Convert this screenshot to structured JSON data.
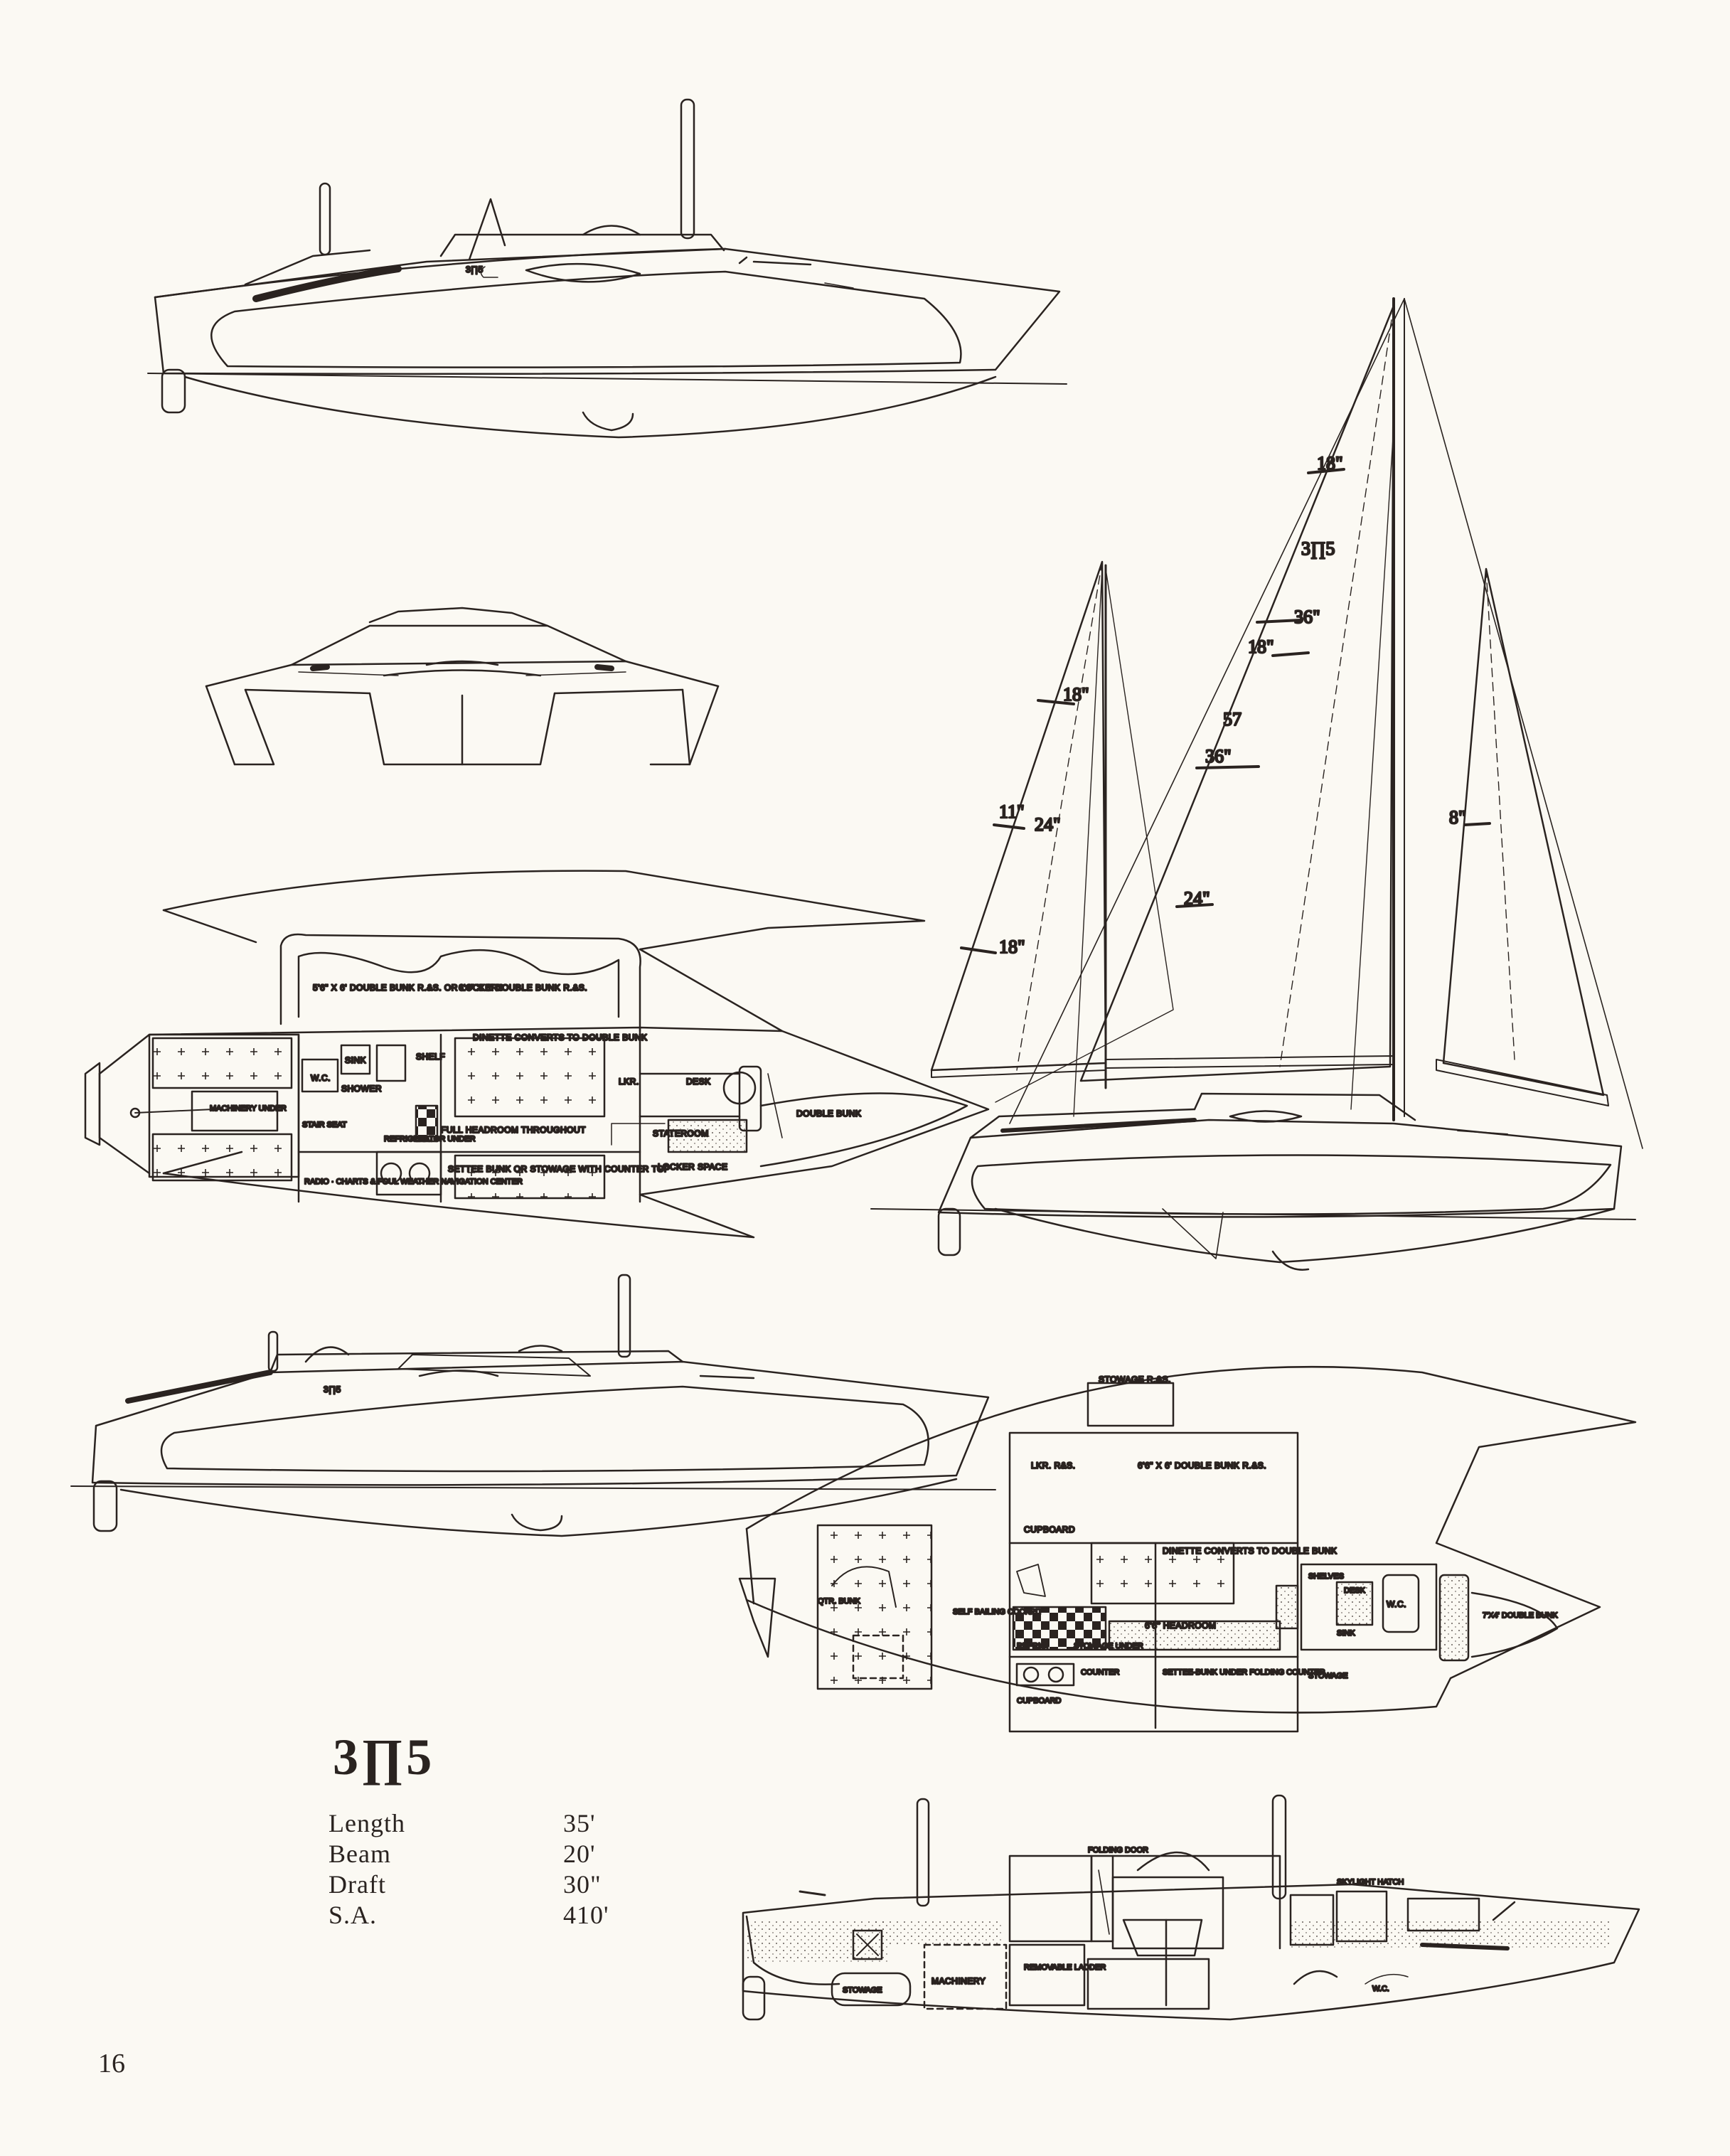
{
  "logo": {
    "text": "3∏5"
  },
  "specs": [
    {
      "label": "Length",
      "value": "35'"
    },
    {
      "label": "Beam",
      "value": "20'"
    },
    {
      "label": "Draft",
      "value": "30\""
    },
    {
      "label": "S.A.",
      "value": "410'"
    }
  ],
  "page_number": "16",
  "sail_labels": {
    "main_top": "18\"",
    "main_a": "36\"",
    "main_b": "18\"",
    "main_c": "57",
    "main_d": "36\"",
    "main_e": "24\"",
    "jib_a": "18\"",
    "jib_b": "11\"",
    "jib_c": "24\"",
    "jib_d": "18\"",
    "mizzen": "8\"",
    "sail_logo": "3∏5"
  },
  "plan1_labels": {
    "bunk": "5'6\" X 6' DOUBLE BUNK R.&S. OR LOCKERS",
    "bunk2": "6'4\" X 6' DOUBLE BUNK R.&S.",
    "dinette": "DINETTE CONVERTS TO DOUBLE BUNK",
    "machinery": "MACHINERY UNDER",
    "wc": "W.C.",
    "sink": "SINK",
    "shelf": "SHELF",
    "shower": "SHOWER",
    "headroom": "FULL HEADROOM THROUGHOUT",
    "stateroom": "STATEROOM",
    "double_bunk": "DOUBLE BUNK",
    "locker": "LOCKER SPACE",
    "settee": "SETTEE BUNK OR STOWAGE WITH COUNTER TOP",
    "nav": "RADIO · CHARTS & FOUL WEATHER NAVIGATION CENTER",
    "refrigerator": "REFRIGERATOR UNDER",
    "stair": "STAIR SEAT",
    "desk": "DESK",
    "lkr": "LKR."
  },
  "plan2_labels": {
    "stowage": "STOWAGE R.&S.",
    "lkr": "LKR. R&S.",
    "bunk": "6'6\" X 6' DOUBLE BUNK R.&S.",
    "cupboard": "CUPBOARD",
    "dinette": "DINETTE CONVERTS TO DOUBLE BUNK",
    "headroom": "6'6\" HEADROOM",
    "refrig": "REFRIG.",
    "stowage_under": "STOWAGE UNDER",
    "self_bailing": "SELF BAILING COCKPIT",
    "counter": "COUNTER",
    "settee": "SETTEE-BUNK UNDER FOLDING COUNTER",
    "shelves": "SHELVES",
    "desk": "DESK",
    "wc": "W.C.",
    "sink": "SINK",
    "double": "7'X4' DOUBLE BUNK",
    "stowage2": "STOWAGE",
    "quarter": "QTR. BUNK",
    "cupboard2": "CUPBOARD"
  },
  "section_labels": {
    "folding_door": "FOLDING DOOR",
    "skylight": "SKYLIGHT HATCH",
    "machinery": "MACHINERY",
    "stowage": "STOWAGE",
    "removable": "REMOVABLE LADDER",
    "wc": "W.C."
  }
}
